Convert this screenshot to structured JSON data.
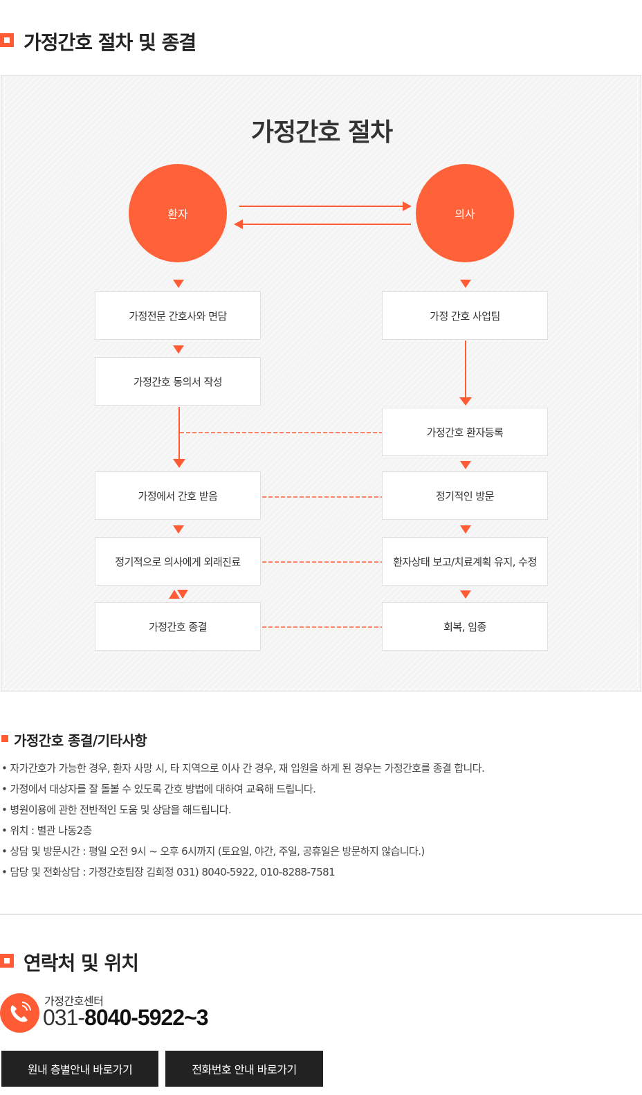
{
  "section1": {
    "title": "가정간호 절차 및 종결"
  },
  "diagram": {
    "title": "가정간호 절차",
    "patient": "환자",
    "doctor": "의사",
    "left_steps": [
      "가정전문 간호사와 면담",
      "가정간호 동의서 작성",
      "가정에서 간호 받음",
      "정기적으로 의사에게 외래진료",
      "가정간호 종결"
    ],
    "right_steps": [
      "가정 간호 사업팀",
      "가정간호 환자등록",
      "정기적인 방문",
      "환자상태 보고/치료계획 유지, 수정",
      "회복, 임종"
    ]
  },
  "notes": {
    "title": "가정간호 종결/기타사항",
    "items": [
      "자가간호가 가능한 경우, 환자 사망 시, 타 지역으로 이사 간 경우, 재 입원을 하게 된 경우는 가정간호를 종결 합니다.",
      "가정에서 대상자를 잘 돌볼 수 있도록 간호 방법에 대하여 교육해 드립니다.",
      "병원이용에 관한 전반적인 도움 및 상담을 해드립니다.",
      "위치 : 별관 나동2층",
      "상담 및 방문시간 : 평일 오전 9시 ~ 오후 6시까지 (토요일, 야간, 주일, 공휴일은 방문하지 않습니다.)",
      "담당 및 전화상담 :   가정간호팀장 김희정 031) 8040-5922, 010-8288-7581"
    ]
  },
  "contact": {
    "title": "연락처 및 위치",
    "center_name": "가정간호센터",
    "phone_prefix": "031-",
    "phone_main": "8040-5922~3",
    "btn_floor": "원내 층별안내 바로가기",
    "btn_phone": "전화번호 안내 바로가기"
  },
  "colors": {
    "accent": "#ff5c35",
    "circle": "#ff6138",
    "dark_button": "#222222"
  }
}
